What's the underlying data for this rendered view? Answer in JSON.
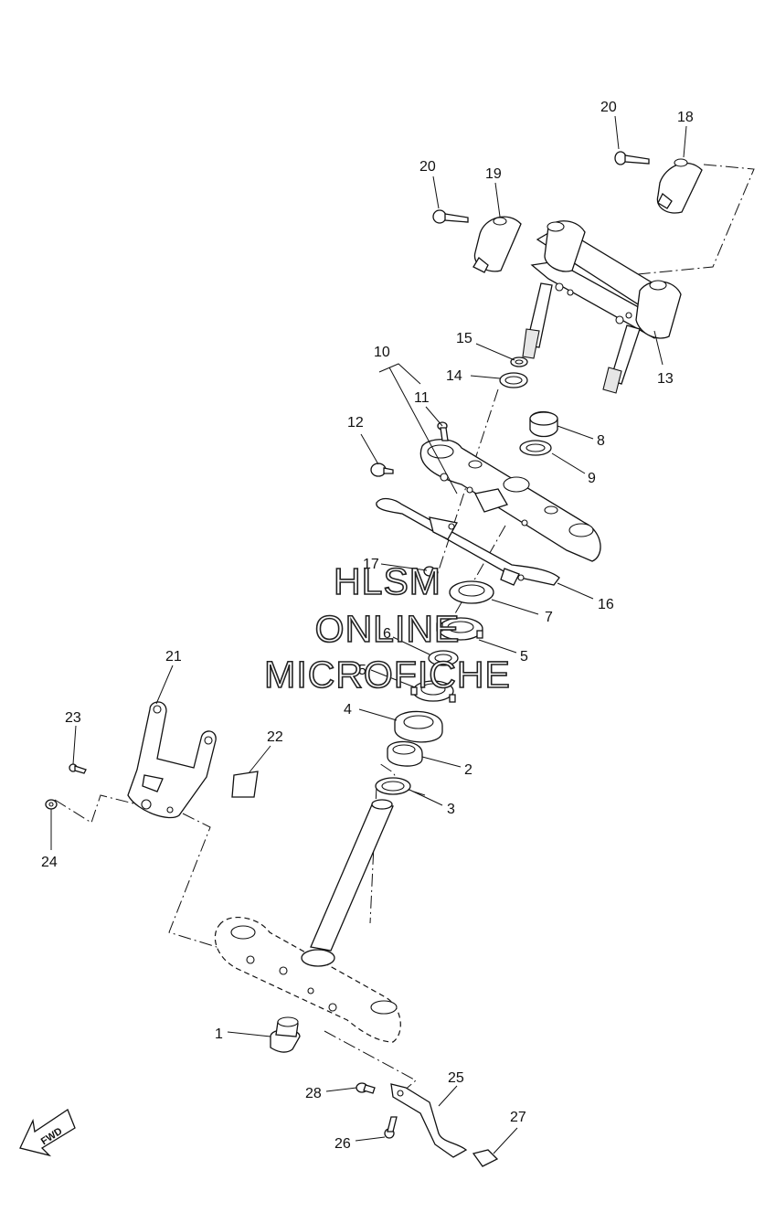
{
  "diagram": {
    "callouts": [
      "1",
      "2",
      "3",
      "4",
      "5",
      "5",
      "6",
      "7",
      "8",
      "9",
      "10",
      "11",
      "12",
      "13",
      "14",
      "15",
      "16",
      "17",
      "18",
      "19",
      "20",
      "20",
      "21",
      "22",
      "23",
      "24",
      "25",
      "26",
      "27",
      "28"
    ],
    "fwd_label": "FWD"
  },
  "watermark": {
    "line1": "HLSM",
    "line2": "ONLINE",
    "line3": "MICROFICHE"
  }
}
